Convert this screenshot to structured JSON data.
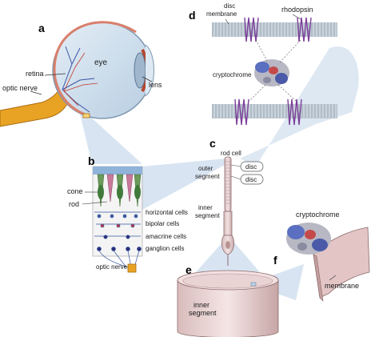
{
  "panels": {
    "a": "a",
    "b": "b",
    "c": "c",
    "d": "d",
    "e": "e",
    "f": "f"
  },
  "eye": {
    "eye": "eye",
    "retina": "retina",
    "optic_nerve": "optic nerve",
    "lens": "lens"
  },
  "retina_section": {
    "cone": "cone",
    "rod": "rod",
    "horizontal_cells": "horizontal cells",
    "bipolar_cells": "bipolar cells",
    "amacrine_cells": "amacrine cells",
    "ganglion_cells": "ganglion cells",
    "optic_nerve": "optic nerve"
  },
  "rod_cell": {
    "rod_cell": "rod cell",
    "outer_segment": [
      "outer",
      "segment"
    ],
    "inner_segment": [
      "inner",
      "segment"
    ],
    "disc_1": "disc",
    "disc_2": "disc"
  },
  "membrane_detail": {
    "disc_membrane": [
      "disc",
      "membrane"
    ],
    "rhodopsin": "rhodopsin",
    "cryptochrome": "cryptochrome"
  },
  "inner_segment_detail": {
    "inner_segment": [
      "inner",
      "segment"
    ]
  },
  "membrane_f": {
    "cryptochrome": "cryptochrome",
    "membrane": "membrane"
  },
  "colors": {
    "eye_fill": "#cfe0ee",
    "zoom_cone": "#c4d7ea",
    "membrane_band": "#b9c7d4",
    "flesh": "#e6cfcf",
    "protein_purple": "#8a4fa0",
    "optic_nerve": "#e8a324"
  }
}
